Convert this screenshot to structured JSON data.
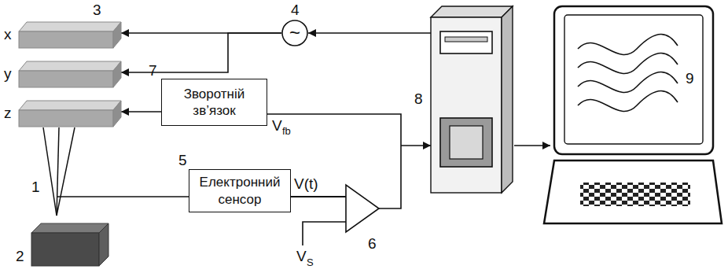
{
  "diagram": {
    "nodes": [
      {
        "text": [
          "x"
        ]
      },
      {
        "text": [
          "y"
        ]
      },
      {
        "text": [
          "z"
        ]
      },
      {
        "text": [
          "~"
        ]
      },
      {
        "text": [
          "Зворотній зв’язок"
        ]
      },
      {
        "text": [
          "Електронний сенсор"
        ]
      }
    ],
    "edges": [
      {
        "from": 3,
        "to": 0,
        "arrow": "to"
      },
      {
        "from": 3,
        "to": 1,
        "arrow": "to"
      },
      {
        "from": 4,
        "to": 2,
        "arrow": "to"
      }
    ],
    "labels": [
      "3",
      "4",
      "8",
      "9",
      "7",
      "V",
      "fb",
      "5",
      "V(t)",
      "1",
      "6",
      "V",
      "S",
      "2"
    ]
  }
}
